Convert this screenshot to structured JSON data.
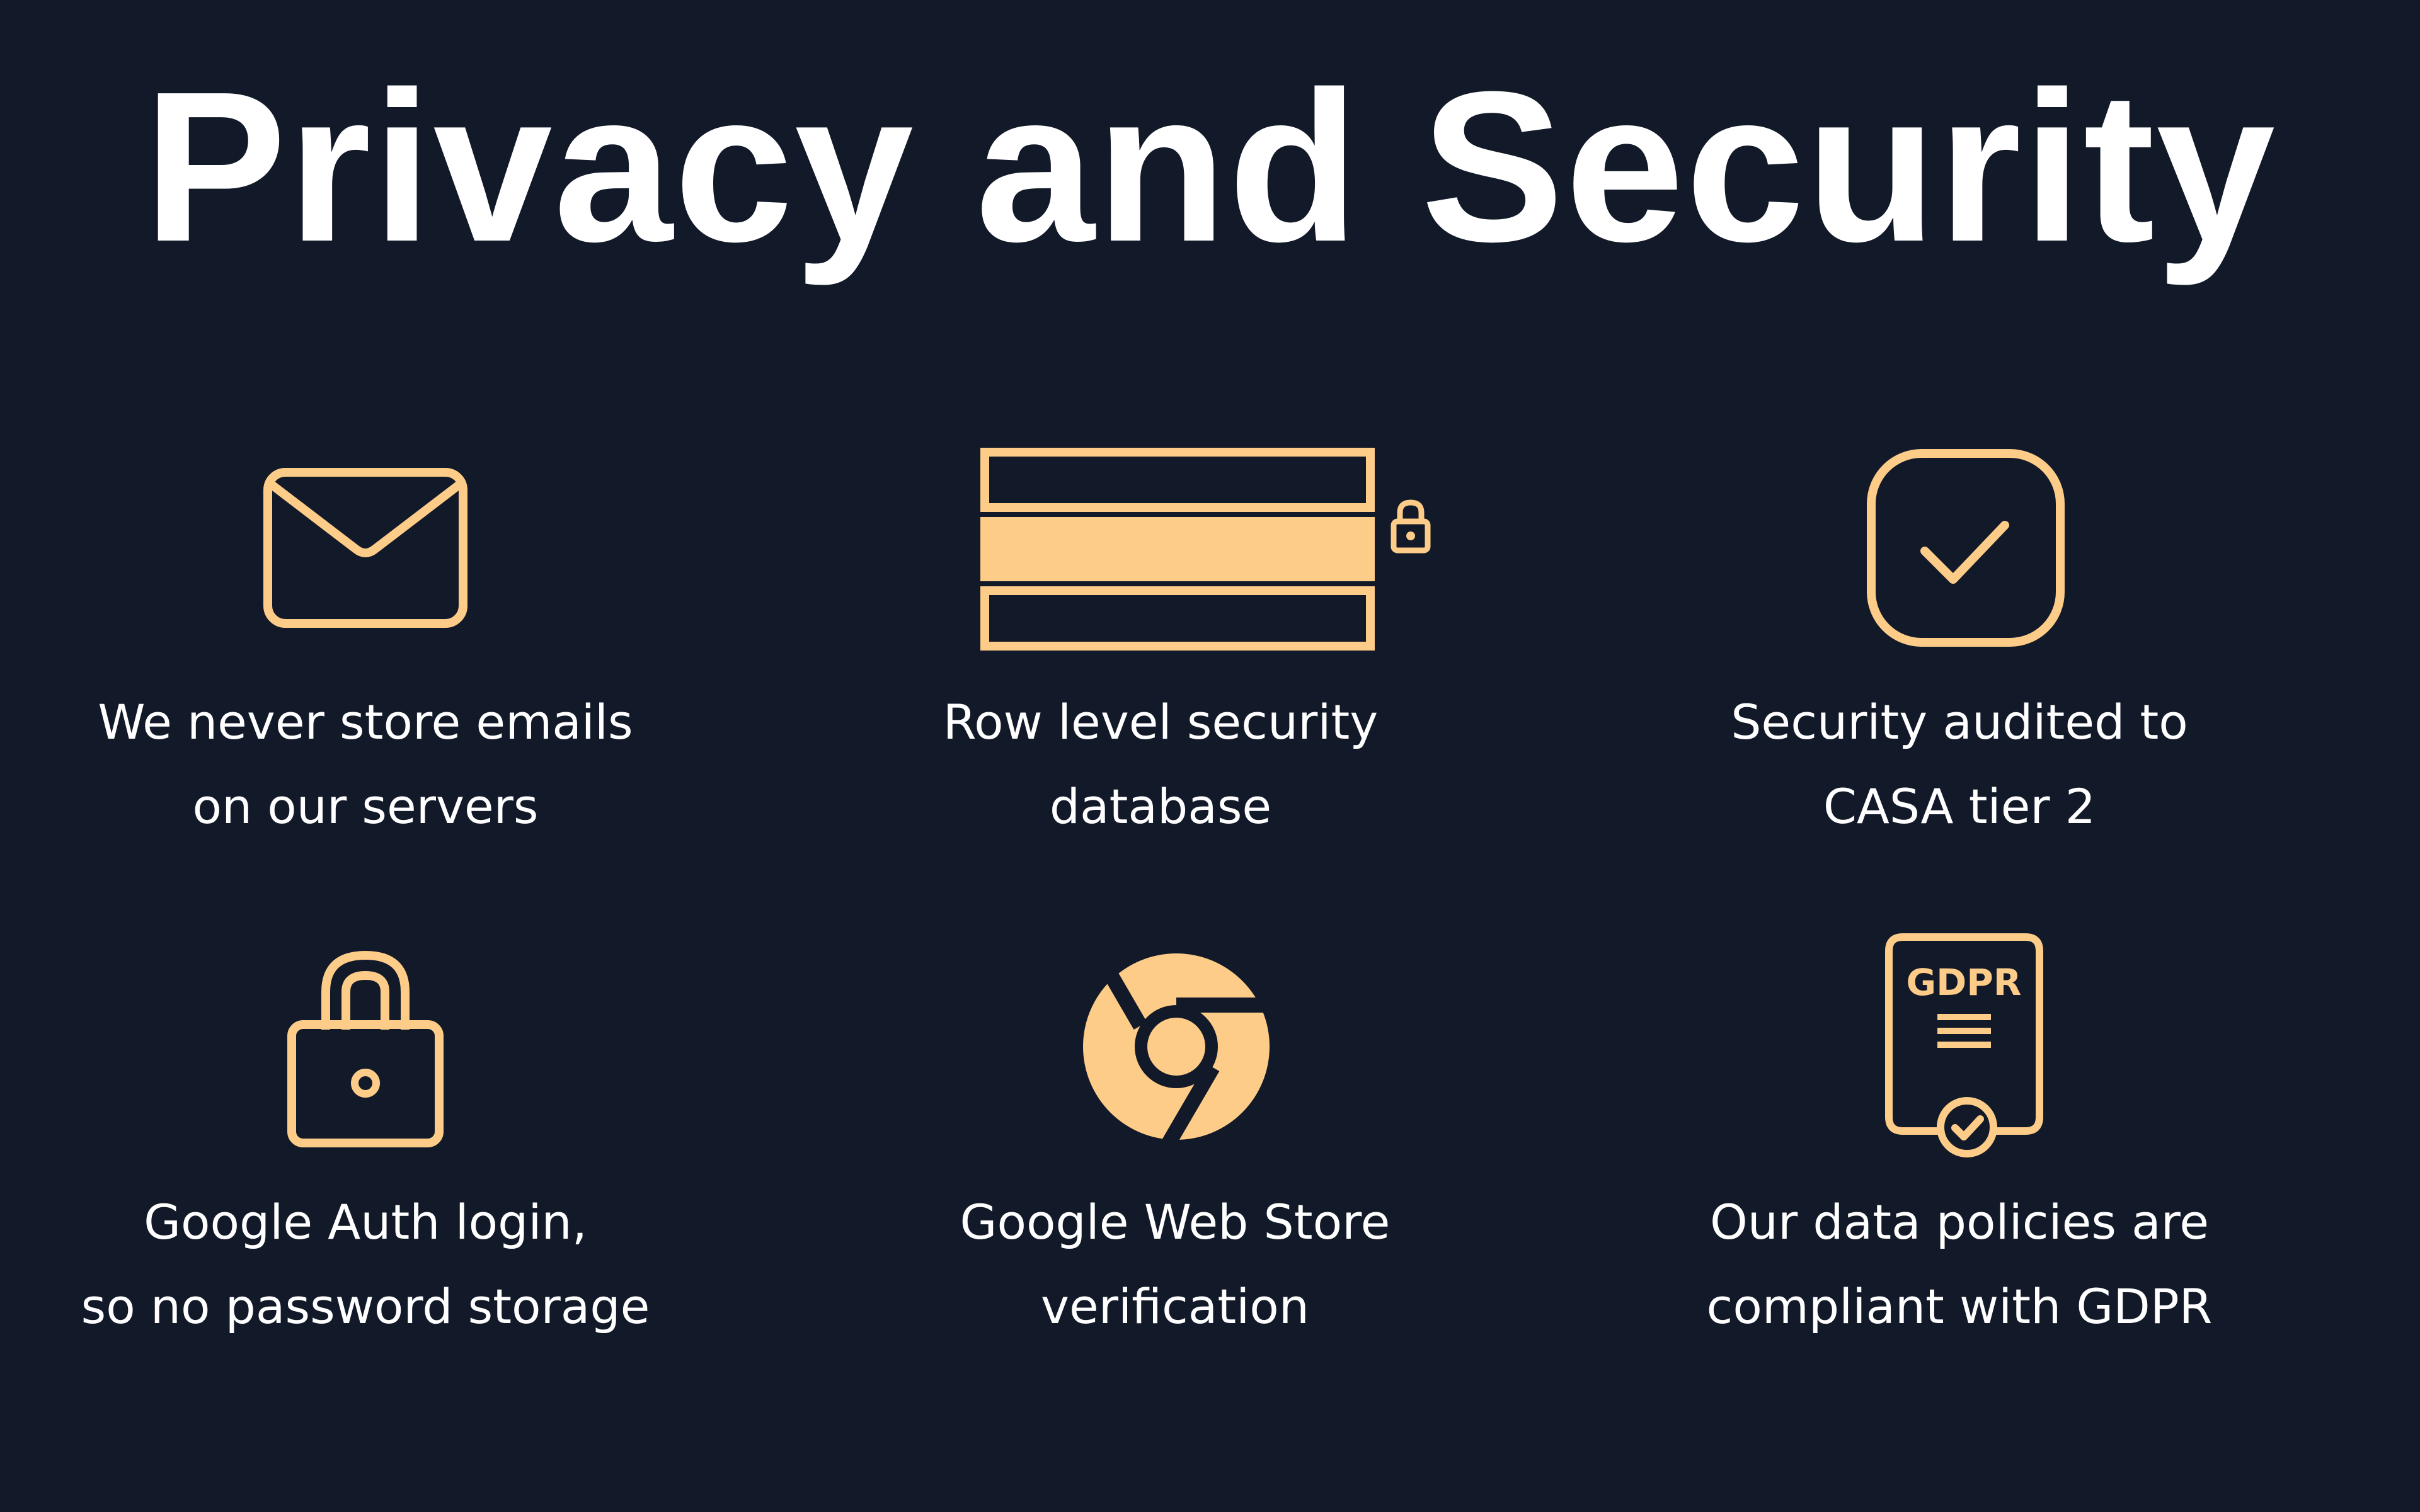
{
  "page": {
    "title": "Privacy and Security"
  },
  "colors": {
    "background": "#121929",
    "accent": "#fdcc88",
    "text": "#ffffff"
  },
  "features": [
    {
      "icon": "envelope-icon",
      "line1": "We never store emails",
      "line2": "on our servers"
    },
    {
      "icon": "database-lock-icon",
      "line1": "Row level security",
      "line2": "database"
    },
    {
      "icon": "checkbox-check-icon",
      "line1": "Security audited to",
      "line2": "CASA tier 2"
    },
    {
      "icon": "padlock-icon",
      "line1": "Google Auth login,",
      "line2": "so no password storage"
    },
    {
      "icon": "chrome-icon",
      "line1": "Google Web Store",
      "line2": "verification"
    },
    {
      "icon": "gdpr-document-icon",
      "icon_label": "GDPR",
      "line1": "Our data policies are",
      "line2": "compliant with GDPR"
    }
  ]
}
